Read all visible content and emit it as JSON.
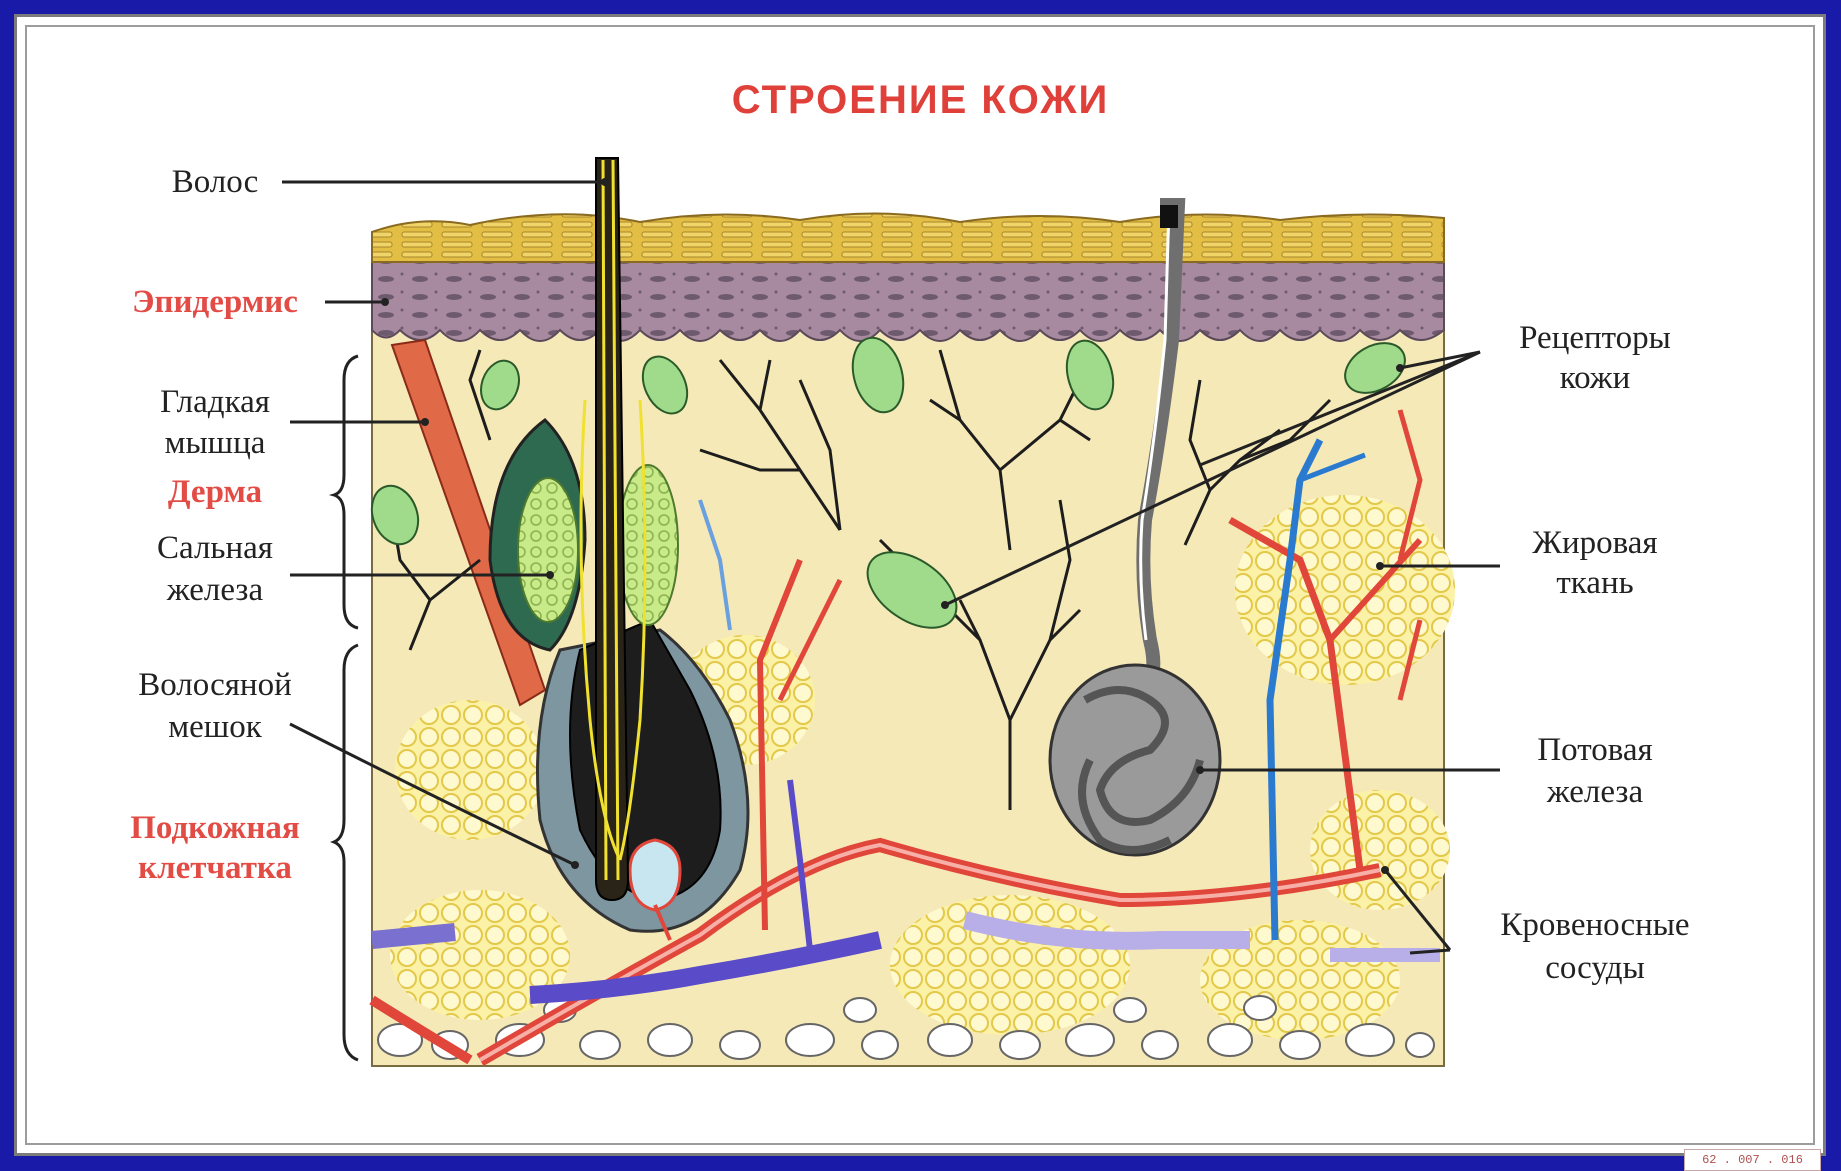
{
  "title": "СТРОЕНИЕ  КОЖИ",
  "labels": {
    "hair": "Волос",
    "epidermis": "Эпидермис",
    "smooth_muscle_1": "Гладкая",
    "smooth_muscle_2": "мышца",
    "dermis": "Дерма",
    "sebaceous_1": "Сальная",
    "sebaceous_2": "железа",
    "follicle_1": "Волосяной",
    "follicle_2": "мешок",
    "subcutaneous_1": "Подкожная",
    "subcutaneous_2": "клетчатка",
    "receptors_1": "Рецепторы",
    "receptors_2": "кожи",
    "fat_1": "Жировая",
    "fat_2": "ткань",
    "sweat_1": "Потовая",
    "sweat_2": "железа",
    "vessels_1": "Кровеносные",
    "vessels_2": "сосуды"
  },
  "code": "62 . 007 . 016",
  "colors": {
    "frame": "#1a1aa8",
    "title": "#e0403a",
    "red_label": "#e34b45",
    "stratum_corneum": "#d9b43a",
    "epidermis": "#a0809a",
    "dermis": "#f5e7b5",
    "fat": "#f4e27a",
    "artery": "#e0463a",
    "vein": "#5a4bc8",
    "nerve": "#222222",
    "receptor": "#8fd08a",
    "sweat_gland": "#8a8a8a",
    "muscle": "#e06040"
  }
}
